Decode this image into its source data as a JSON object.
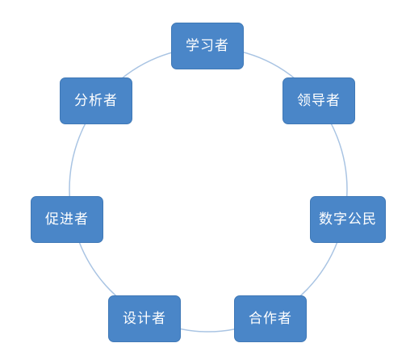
{
  "diagram": {
    "colors": {
      "node_fill": "#4a86c8",
      "node_border": "#3f78b6",
      "node_text": "#ffffff",
      "ring_stroke": "#a9c4e3"
    },
    "nodes": [
      {
        "label": "学习者"
      },
      {
        "label": "领导者"
      },
      {
        "label": "数字公民"
      },
      {
        "label": "合作者"
      },
      {
        "label": "设计者"
      },
      {
        "label": "促进者"
      },
      {
        "label": "分析者"
      }
    ]
  }
}
